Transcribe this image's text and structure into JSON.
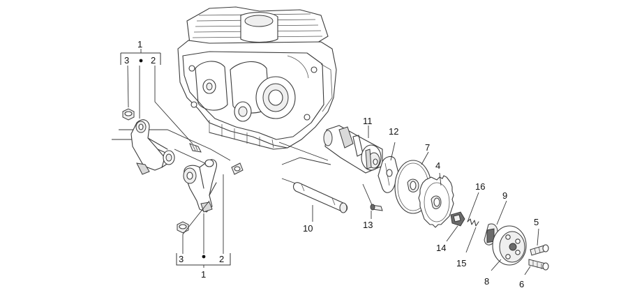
{
  "labels": {
    "kit_top": "1",
    "kit_top_left": "3",
    "kit_top_right": "2",
    "kit_bottom": "1",
    "kit_bottom_left": "3",
    "kit_bottom_right": "2",
    "p4": "4",
    "p5": "5",
    "p6": "6",
    "p7": "7",
    "p8": "8",
    "p9": "9",
    "p10": "10",
    "p11": "11",
    "p12": "12",
    "p13": "13",
    "p14": "14",
    "p15": "15",
    "p16": "16"
  }
}
